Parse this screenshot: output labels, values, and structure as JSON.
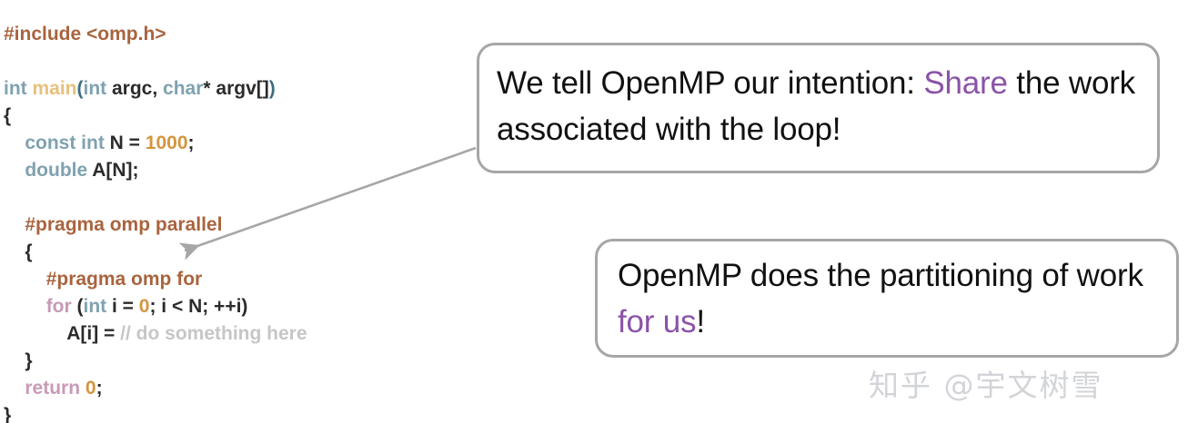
{
  "code": {
    "language": "C++ / OpenMP",
    "lines": [
      {
        "indent": 0,
        "tokens": [
          {
            "text": "#include <omp.h>",
            "type": "pre"
          }
        ]
      },
      {
        "indent": 0,
        "tokens": []
      },
      {
        "indent": 0,
        "tokens": [
          {
            "text": "int",
            "type": "type"
          },
          {
            "text": " ",
            "type": "plain"
          },
          {
            "text": "main",
            "type": "func"
          },
          {
            "text": "(",
            "type": "punc"
          },
          {
            "text": "int",
            "type": "type"
          },
          {
            "text": " argc, ",
            "type": "plain"
          },
          {
            "text": "char",
            "type": "type"
          },
          {
            "text": "* argv[]",
            "type": "plain"
          },
          {
            "text": ")",
            "type": "punc"
          }
        ]
      },
      {
        "indent": 0,
        "tokens": [
          {
            "text": "{",
            "type": "plain"
          }
        ]
      },
      {
        "indent": 1,
        "tokens": [
          {
            "text": "const int",
            "type": "type"
          },
          {
            "text": " N = ",
            "type": "plain"
          },
          {
            "text": "1000",
            "type": "num"
          },
          {
            "text": ";",
            "type": "plain"
          }
        ]
      },
      {
        "indent": 1,
        "tokens": [
          {
            "text": "double",
            "type": "type"
          },
          {
            "text": " A[N];",
            "type": "plain"
          }
        ]
      },
      {
        "indent": 0,
        "tokens": []
      },
      {
        "indent": 1,
        "tokens": [
          {
            "text": "#pragma omp parallel",
            "type": "pre"
          }
        ]
      },
      {
        "indent": 1,
        "tokens": [
          {
            "text": "{",
            "type": "plain"
          }
        ]
      },
      {
        "indent": 2,
        "tokens": [
          {
            "text": "#pragma omp for",
            "type": "pre"
          }
        ]
      },
      {
        "indent": 2,
        "tokens": [
          {
            "text": "for",
            "type": "kw"
          },
          {
            "text": " (",
            "type": "plain"
          },
          {
            "text": "int",
            "type": "type"
          },
          {
            "text": " i = ",
            "type": "plain"
          },
          {
            "text": "0",
            "type": "num"
          },
          {
            "text": "; i < N; ++i)",
            "type": "plain"
          }
        ]
      },
      {
        "indent": 3,
        "tokens": [
          {
            "text": "A[i] = ",
            "type": "plain"
          },
          {
            "text": "// do something here",
            "type": "comment"
          }
        ]
      },
      {
        "indent": 1,
        "tokens": [
          {
            "text": "}",
            "type": "plain"
          }
        ]
      },
      {
        "indent": 1,
        "tokens": [
          {
            "text": "return",
            "type": "kw"
          },
          {
            "text": " ",
            "type": "plain"
          },
          {
            "text": "0",
            "type": "num"
          },
          {
            "text": ";",
            "type": "plain"
          }
        ]
      },
      {
        "indent": 0,
        "tokens": [
          {
            "text": "}",
            "type": "plain"
          }
        ]
      }
    ]
  },
  "callouts": [
    {
      "id": "share",
      "segments": [
        {
          "text": "We tell OpenMP our intention: ",
          "accent": false
        },
        {
          "text": "Share",
          "accent": true
        },
        {
          "text": " the work associated with the loop!",
          "accent": false
        }
      ],
      "plain_text": "We tell OpenMP our intention: Share the work associated with the loop!"
    },
    {
      "id": "partition",
      "segments": [
        {
          "text": "OpenMP does the partitioning of work ",
          "accent": false
        },
        {
          "text": "for us",
          "accent": true
        },
        {
          "text": "!",
          "accent": false
        }
      ],
      "plain_text": "OpenMP does the partitioning of work for us!"
    }
  ],
  "annotation": {
    "arrow_label": "pointer from Share callout to #pragma omp for",
    "stroke_color": "#a6a6a6"
  },
  "watermark": {
    "text": "知乎 @宇文树雪",
    "color": "#d2d4d8"
  },
  "colors": {
    "preprocessor": "#a9643e",
    "type": "#7fa2b0",
    "function": "#e8c07d",
    "number": "#d4953f",
    "keyword": "#c89ab8",
    "comment": "#c6c6c6",
    "accent_purple": "#8b53a8",
    "box_border": "#a6a6a6",
    "background": "#ffffff"
  }
}
